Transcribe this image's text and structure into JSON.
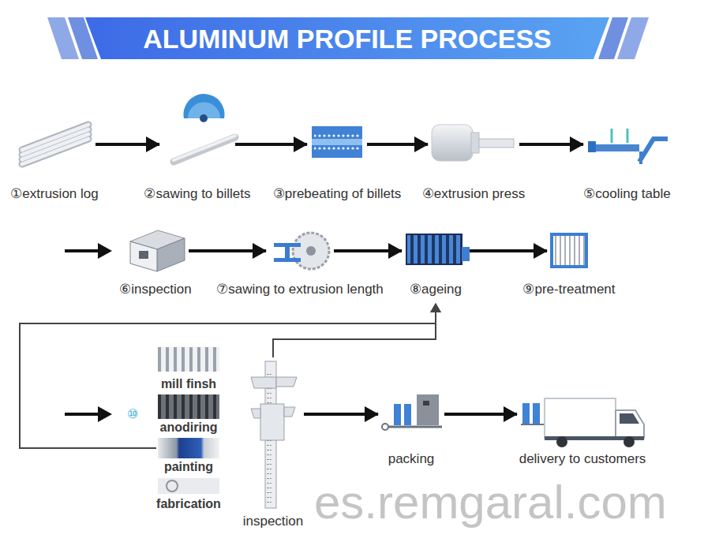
{
  "diagram": {
    "title": "ALUMINUM PROFILE PROCESS",
    "nodes": [
      {
        "text": [
          "①extrusion log"
        ]
      },
      {
        "text": [
          "②sawing to billets"
        ]
      },
      {
        "text": [
          "③prebeating of billets"
        ]
      },
      {
        "text": [
          "④extrusion press"
        ]
      },
      {
        "text": [
          "⑤cooling table"
        ]
      },
      {
        "text": [
          "⑥inspection"
        ]
      },
      {
        "text": [
          "⑦sawing to extrusion length"
        ]
      },
      {
        "text": [
          "⑧ageing"
        ]
      },
      {
        "text": [
          "⑨pre-treatment"
        ]
      },
      {
        "text": [
          "⑩"
        ]
      },
      {
        "text": [
          "mill finsh"
        ],
        "in": 9
      },
      {
        "text": [
          "anodiring"
        ],
        "in": 9
      },
      {
        "text": [
          "painting"
        ],
        "in": 9
      },
      {
        "text": [
          "fabrication"
        ],
        "in": 9
      },
      {
        "text": [
          "inspection"
        ]
      },
      {
        "text": [
          "packing"
        ]
      },
      {
        "text": [
          "delivery to customers"
        ]
      }
    ],
    "edges": [
      {
        "from": 0,
        "to": 1,
        "arrow": "to"
      },
      {
        "from": 1,
        "to": 2,
        "arrow": "to"
      },
      {
        "from": 2,
        "to": 3,
        "arrow": "to"
      },
      {
        "from": 3,
        "to": 4,
        "arrow": "to"
      },
      {
        "from": 5,
        "to": 6,
        "arrow": "to"
      },
      {
        "from": 6,
        "to": 7,
        "arrow": "to"
      },
      {
        "from": 7,
        "to": 8,
        "arrow": "to"
      },
      {
        "from": 12,
        "to": 7,
        "arrow": "to"
      },
      {
        "from": 14,
        "to": 7,
        "arrow": "to"
      },
      {
        "from": 14,
        "to": 15,
        "arrow": "to"
      },
      {
        "from": 15,
        "to": 16,
        "arrow": "to"
      }
    ],
    "labels": [
      "es.remgaral.com"
    ]
  }
}
